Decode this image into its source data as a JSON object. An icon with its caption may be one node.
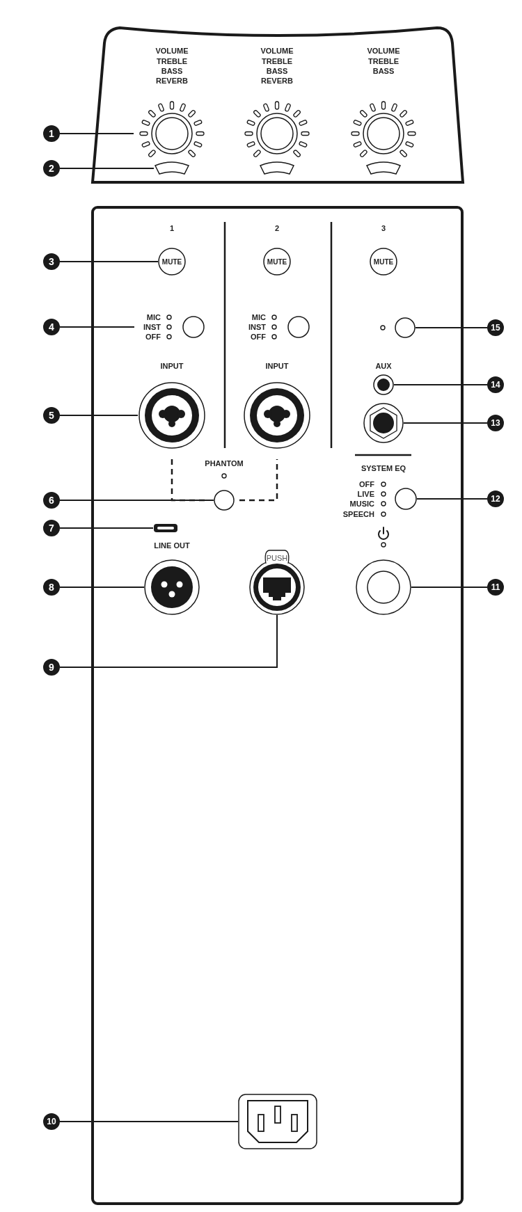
{
  "diagram": {
    "nodes": [
      {
        "text": [
          "1"
        ]
      },
      {
        "text": [],
        "shape": "circle"
      },
      {
        "text": [
          "2"
        ]
      },
      {
        "text": [],
        "shape": "bar"
      },
      {
        "text": [
          "3"
        ]
      },
      {
        "text": [
          "MUTE"
        ]
      },
      {
        "text": [
          "MUTE"
        ]
      },
      {
        "text": [
          "MUTE"
        ]
      },
      {
        "text": [
          "4"
        ]
      },
      {
        "text": [
          "5"
        ]
      },
      {
        "text": [],
        "shape": "circle"
      },
      {
        "text": [
          "6"
        ]
      },
      {
        "text": [],
        "shape": "circle"
      },
      {
        "text": [
          "7"
        ]
      },
      {
        "text": [],
        "shape": "box"
      },
      {
        "text": [
          "8"
        ]
      },
      {
        "text": [],
        "shape": "circle"
      },
      {
        "text": [
          "9"
        ]
      },
      {
        "text": [],
        "shape": "circle"
      },
      {
        "text": [
          "10"
        ]
      },
      {
        "text": [],
        "shape": "box"
      },
      {
        "text": [
          "11"
        ]
      },
      {
        "text": [],
        "shape": "circle"
      },
      {
        "text": [
          "12"
        ]
      },
      {
        "text": [],
        "shape": "circle"
      },
      {
        "text": [
          "13"
        ]
      },
      {
        "text": [],
        "shape": "circle"
      },
      {
        "text": [
          "14"
        ]
      },
      {
        "text": [],
        "shape": "circle",
        "beside": [
          "AUX"
        ]
      },
      {
        "text": [
          "15"
        ]
      },
      {
        "text": [],
        "shape": "circle"
      },
      {
        "text": [
          "PUSH"
        ]
      },
      {
        "text": [],
        "shape": "circle"
      },
      {
        "text": [],
        "shape": "bar"
      },
      {
        "text": [],
        "shape": "circle"
      },
      {
        "text": [],
        "shape": "bar"
      },
      {
        "text": [],
        "shape": "circle"
      },
      {
        "text": [],
        "shape": "circle"
      },
      {
        "text": [],
        "shape": "circle"
      },
      {
        "text": [
          "MIC",
          "INST",
          "OFF"
        ]
      }
    ],
    "edges": [
      {
        "from": 0,
        "to": 1,
        "arrow": "none"
      },
      {
        "from": 2,
        "to": 3,
        "arrow": "none"
      },
      {
        "from": 4,
        "to": 5,
        "arrow": "none"
      },
      {
        "from": 8,
        "to": 39,
        "arrow": "none"
      },
      {
        "from": 9,
        "to": 10,
        "arrow": "none"
      },
      {
        "from": 11,
        "to": 12,
        "arrow": "none"
      },
      {
        "from": 13,
        "to": 14,
        "arrow": "none"
      },
      {
        "from": 15,
        "to": 16,
        "arrow": "none"
      },
      {
        "from": 17,
        "to": 18,
        "arrow": "none"
      },
      {
        "from": 19,
        "to": 20,
        "arrow": "none"
      },
      {
        "from": 21,
        "to": 22,
        "arrow": "none"
      },
      {
        "from": 23,
        "to": 24,
        "arrow": "none"
      },
      {
        "from": 25,
        "to": 26,
        "arrow": "none"
      },
      {
        "from": 27,
        "to": 28,
        "arrow": "none"
      },
      {
        "from": 29,
        "to": 30,
        "arrow": "none"
      }
    ],
    "labels": [
      "VOLUME",
      "TREBLE",
      "BASS",
      "REVERB",
      "VOLUME",
      "TREBLE",
      "BASS",
      "REVERB",
      "VOLUME",
      "TREBLE",
      "BASS",
      "1",
      "2",
      "3",
      "MIC",
      "INST",
      "OFF",
      "INPUT",
      "INPUT",
      "PHANTOM",
      "SYSTEM EQ",
      "OFF",
      "LIVE",
      "MUSIC",
      "SPEECH",
      "LINE OUT"
    ]
  }
}
